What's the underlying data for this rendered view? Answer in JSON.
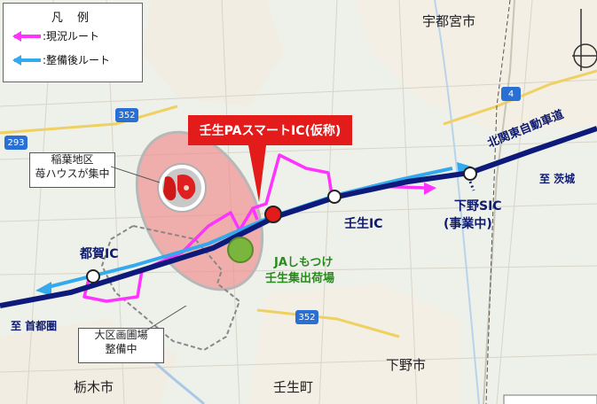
{
  "map": {
    "legend": {
      "title": "凡 例",
      "current_route": ":現況ルート",
      "after_route": ":整備後ルート",
      "current_color": "#ff33ff",
      "after_color": "#33aaee"
    },
    "callout": "壬生PAスマートIC(仮称)",
    "places": {
      "utsunomiya": "宇都宮市",
      "tochigi": "栃木市",
      "mibu_town": "壬生町",
      "shimotsuke": "下野市"
    },
    "expressway": "北関東自動車道",
    "to_ibaraki": "至 茨城",
    "to_shutoken": "至 首都圏",
    "ic": {
      "tsuga": "都賀IC",
      "mibu": "壬生IC",
      "shimotsuke_sic": "下野SIC",
      "under_construction": "(事業中)"
    },
    "inaba": {
      "line1": "稲葉地区",
      "line2": "苺ハウスが集中"
    },
    "ja": {
      "line1": "JAしもつけ",
      "line2": "壬生集出荷場"
    },
    "ohku": {
      "line1": "大区画圃場",
      "line2": "整備中"
    },
    "roads": {
      "r4": "4",
      "r352a": "352",
      "r352b": "352",
      "r293": "293"
    },
    "colors": {
      "expressway": "#0d1a7a",
      "smart_ic": "#e31b1b",
      "strawberry_area": "#f08a8a",
      "ja_marker": "#7ab63e"
    }
  }
}
